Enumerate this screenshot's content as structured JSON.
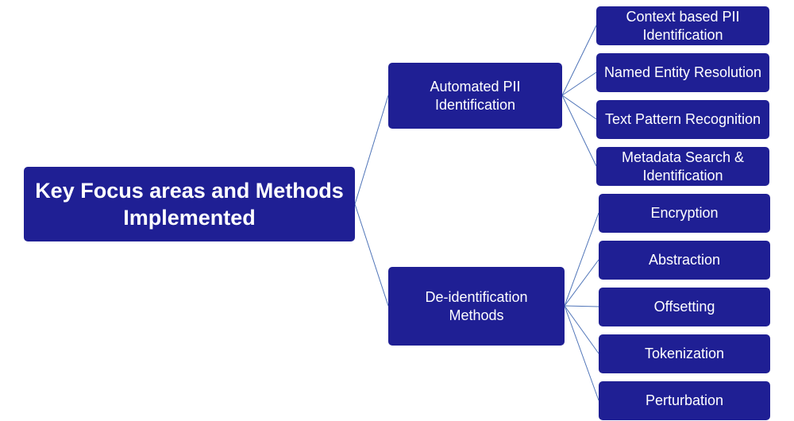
{
  "root": {
    "label": "Key Focus areas and Methods\nImplemented"
  },
  "branches": [
    {
      "label": "Automated PII\nIdentification",
      "children": [
        "Context based PII\nIdentification",
        "Named Entity Resolution",
        "Text Pattern Recognition",
        "Metadata Search &\nIdentification"
      ]
    },
    {
      "label": "De-identification\nMethods",
      "children": [
        "Encryption",
        "Abstraction",
        "Offsetting",
        "Tokenization",
        "Perturbation"
      ]
    }
  ],
  "colors": {
    "node_fill": "#1f1f94",
    "node_text": "#ffffff",
    "connector": "#4f74b8"
  }
}
